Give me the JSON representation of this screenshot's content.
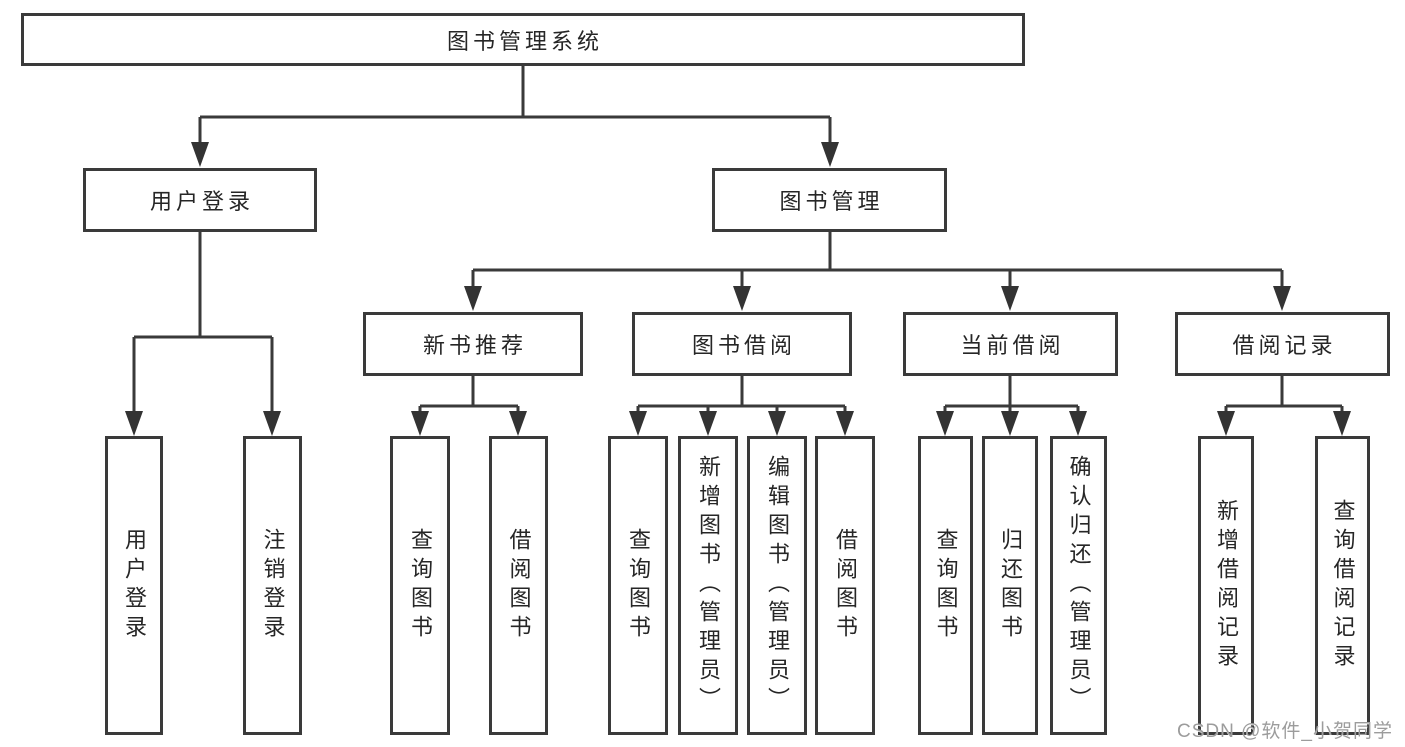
{
  "meta": {
    "watermark": "CSDN @软件_小贺同学"
  },
  "colors": {
    "line": "#3a3a3a",
    "text": "#262626",
    "background": "#ffffff",
    "watermark": "#9c9c9c"
  },
  "nodes": {
    "root": "图书管理系统",
    "user_login": "用户登录",
    "book_mgmt": "图书管理",
    "new_book_rec": "新书推荐",
    "book_borrow": "图书借阅",
    "current_borrow": "当前借阅",
    "borrow_record": "借阅记录",
    "leaf_user_login": "用户登录",
    "leaf_logout": "注销登录",
    "leaf_query_book_a": "查询图书",
    "leaf_borrow_book_a": "借阅图书",
    "leaf_query_book_b": "查询图书",
    "leaf_add_book": "新增图书（管理员）",
    "leaf_edit_book": "编辑图书（管理员）",
    "leaf_borrow_book_b": "借阅图书",
    "leaf_query_book_c": "查询图书",
    "leaf_return_book": "归还图书",
    "leaf_confirm_return": "确认归还（管理员）",
    "leaf_add_record": "新增借阅记录",
    "leaf_query_record": "查询借阅记录"
  }
}
